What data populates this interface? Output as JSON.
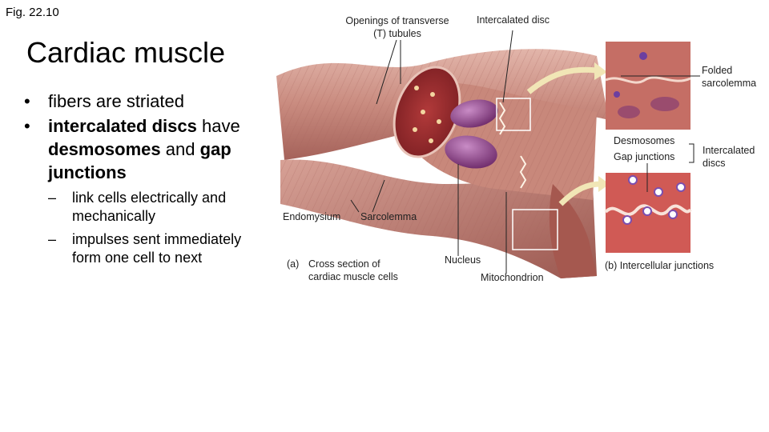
{
  "slide": {
    "fig_label": "Fig. 22.10",
    "title": "Cardiac muscle",
    "bullets": [
      {
        "marker": "•",
        "segments": [
          {
            "text": "fibers are striated",
            "bold": false
          }
        ]
      },
      {
        "marker": "•",
        "segments": [
          {
            "text": "intercalated discs",
            "bold": true
          },
          {
            "text": " have ",
            "bold": false
          },
          {
            "text": "desmosomes",
            "bold": true
          },
          {
            "text": " and ",
            "bold": false
          },
          {
            "text": "gap junctions",
            "bold": true
          }
        ]
      }
    ],
    "sub_bullets": [
      {
        "marker": "–",
        "text": "link cells electrically and mechanically"
      },
      {
        "marker": "–",
        "text": "impulses sent immediately form one cell to next"
      }
    ]
  },
  "figure": {
    "labels": {
      "t_tubules": "Openings of transverse (T) tubules",
      "intercalated_disc": "Intercalated disc",
      "folded_sarcolemma": "Folded sarcolemma",
      "desmosomes": "Desmosomes",
      "gap_junctions": "Gap junctions",
      "intercalated_discs": "Intercalated discs",
      "endomysium": "Endomysium",
      "sarcolemma": "Sarcolemma",
      "nucleus": "Nucleus",
      "mitochondrion": "Mitochondrion",
      "caption_a_marker": "(a)",
      "caption_a": "Cross section of cardiac muscle cells",
      "caption_b": "(b) Intercellular junctions"
    },
    "colors": {
      "muscle_light": "#d8a59a",
      "muscle_mid": "#c07e72",
      "muscle_dark": "#8e4c44",
      "nucleus": "#8f3f8a",
      "arrow": "#f1e6b6"
    }
  }
}
